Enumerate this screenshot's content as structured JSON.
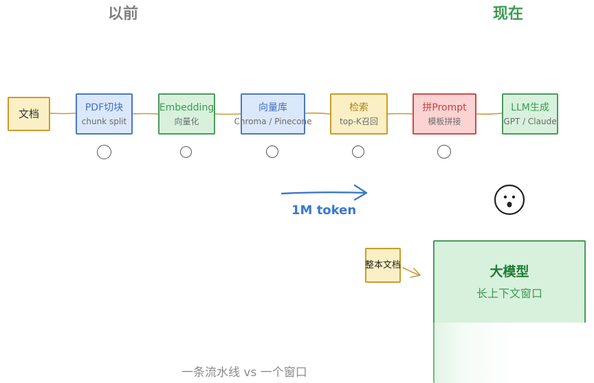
{
  "headings": {
    "before": "以前",
    "now": "现在"
  },
  "pipeline": [
    {
      "title": "文档",
      "sub": ""
    },
    {
      "title": "PDF切块",
      "sub": "chunk split"
    },
    {
      "title": "Embedding",
      "sub": "向量化"
    },
    {
      "title": "向量库",
      "sub": "Chroma / Pinecone"
    },
    {
      "title": "检索",
      "sub": "top-K召回"
    },
    {
      "title": "拼Prompt",
      "sub": "模板拼接"
    },
    {
      "title": "LLM生成",
      "sub": "GPT / Claude"
    }
  ],
  "arrow_label": "1M token",
  "whole_doc": "整本文档",
  "model": {
    "title": "大模型",
    "sub": "长上下文窗口"
  },
  "caption": "一条流水线 vs 一个窗口",
  "colors": {
    "yellow": "#cc9a2a",
    "blue": "#4a78c2",
    "green": "#4a9a5b",
    "red": "#cc4a4a",
    "arrow": "#3b78c9",
    "connector": "#c69a3a"
  }
}
